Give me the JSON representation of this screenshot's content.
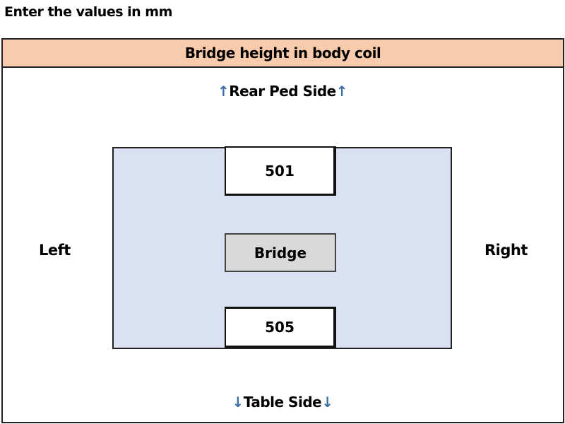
{
  "instruction": "Enter the values in mm",
  "title": "Bridge height in body coil",
  "top_label": "Rear Ped Side",
  "bottom_label": "Table Side",
  "arrow_up": "↑",
  "arrow_down": "↓",
  "left_label": "Left",
  "right_label": "Right",
  "rear_value": "501",
  "bridge_label": "Bridge",
  "table_value": "505",
  "colors": {
    "band": "#f8cbad",
    "panel": "#dae1f2",
    "bridge": "#d9d9d9"
  }
}
